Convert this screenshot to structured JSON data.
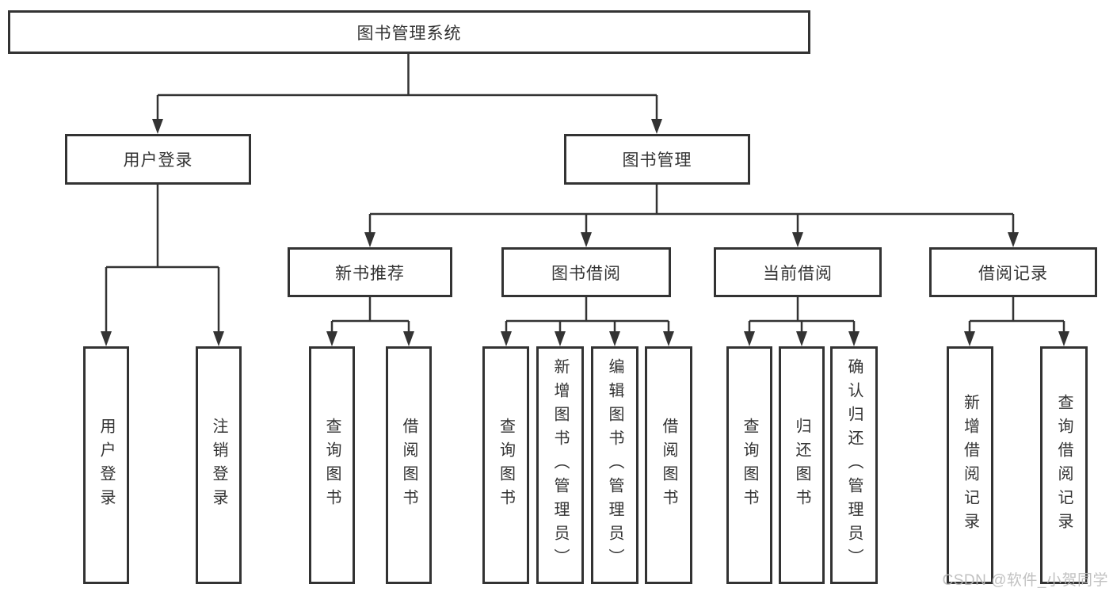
{
  "diagram": {
    "root": {
      "label": "图书管理系统"
    },
    "level2": [
      {
        "label": "用户登录",
        "children": [
          {
            "label": "用户登录"
          },
          {
            "label": "注销登录"
          }
        ]
      },
      {
        "label": "图书管理",
        "children": [
          {
            "label": "新书推荐",
            "children": [
              {
                "label": "查询图书"
              },
              {
                "label": "借阅图书"
              }
            ]
          },
          {
            "label": "图书借阅",
            "children": [
              {
                "label": "查询图书"
              },
              {
                "label": "新增图书（管理员）"
              },
              {
                "label": "编辑图书（管理员）"
              },
              {
                "label": "借阅图书"
              }
            ]
          },
          {
            "label": "当前借阅",
            "children": [
              {
                "label": "查询图书"
              },
              {
                "label": "归还图书"
              },
              {
                "label": "确认归还（管理员）"
              }
            ]
          },
          {
            "label": "借阅记录",
            "children": [
              {
                "label": "新增借阅记录"
              },
              {
                "label": "查询借阅记录"
              }
            ]
          }
        ]
      }
    ]
  },
  "watermark": {
    "text": "CSDN @软件_小贺同学"
  },
  "colors": {
    "line": "#333333",
    "text": "#333333",
    "box_background": "#ffffff",
    "watermark": "#bababa",
    "background": "#ffffff"
  }
}
